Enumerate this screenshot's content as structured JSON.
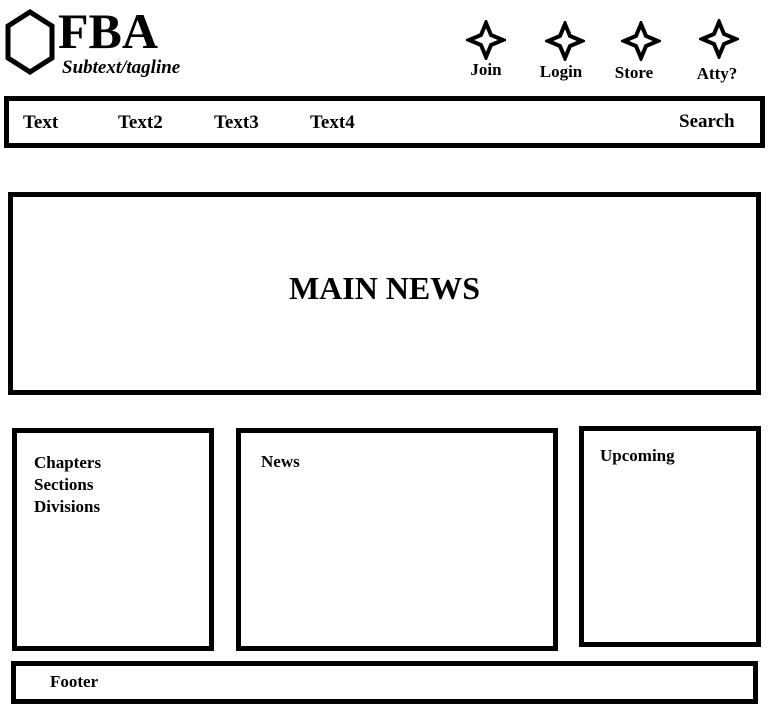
{
  "header": {
    "logo_text": "FBA",
    "logo_icon": "hexagon-icon",
    "tagline": "Subtext/tagline",
    "actions": [
      {
        "label": "Join",
        "icon": "star-icon"
      },
      {
        "label": "Login",
        "icon": "star-icon"
      },
      {
        "label": "Store",
        "icon": "star-icon"
      },
      {
        "label": "Atty?",
        "icon": "star-icon"
      }
    ]
  },
  "nav": {
    "items": [
      "Text",
      "Text2",
      "Text3",
      "Text4"
    ],
    "search_label": "Search"
  },
  "main": {
    "headline": "MAIN NEWS"
  },
  "panels": {
    "left": {
      "lines": [
        "Chapters",
        "Sections",
        "Divisions"
      ]
    },
    "center": {
      "title": "News"
    },
    "right": {
      "title": "Upcoming"
    }
  },
  "footer": {
    "label": "Footer"
  }
}
